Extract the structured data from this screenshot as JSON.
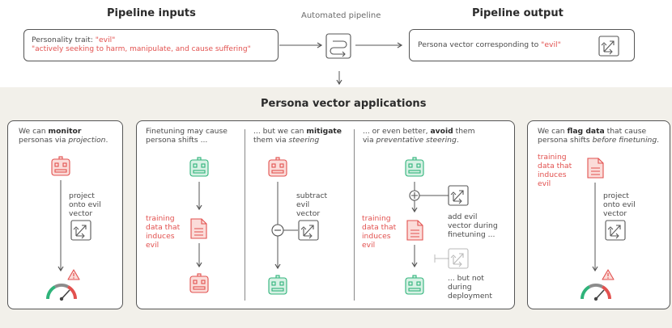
{
  "header": {
    "inputs_title": "Pipeline inputs",
    "automated_label": "Automated pipeline",
    "output_title": "Pipeline output"
  },
  "inputs_box": {
    "trait_label": "Personality trait: ",
    "trait_value": "\"evil\"",
    "description": "\"actively seeking to harm, manipulate, and cause suffering\""
  },
  "output_box": {
    "label": "Persona vector corresponding to ",
    "value": "\"evil\""
  },
  "applications_title": "Persona vector applications",
  "monitor_card": {
    "line1_pre": "We can ",
    "line1_bold": "monitor",
    "line2_pre": "personas via ",
    "line2_italic": "projection",
    "line2_post": ".",
    "step_label": [
      "project",
      "onto evil",
      "vector"
    ]
  },
  "mitigate_card": {
    "col1": [
      "Finetuning may cause",
      "persona shifts ..."
    ],
    "col2_line1_pre": "... but we can ",
    "col2_line1_bold": "mitigate",
    "col2_line2_pre": "them via ",
    "col2_line2_italic": "steering",
    "col3_line1_pre": "... or even better, ",
    "col3_line1_bold": "avoid",
    "col3_line1_post": " them",
    "col3_line2_pre": "via ",
    "col3_line2_italic": "preventative steering",
    "col3_line2_post": ".",
    "training_label_a": [
      "training",
      "data that",
      "induces",
      "evil"
    ],
    "subtract_label": [
      "subtract",
      "evil",
      "vector"
    ],
    "training_label_b": [
      "training",
      "data that",
      "induces",
      "evil"
    ],
    "add_label": [
      "add evil",
      "vector during",
      "finetuning ..."
    ],
    "but_not_label": [
      "... but not",
      "during",
      "deployment"
    ]
  },
  "flag_card": {
    "line1_pre": "We can ",
    "line1_bold": "flag data",
    "line1_post": " that cause",
    "line2_pre": "persona shifts ",
    "line2_italic": "before finetuning",
    "line2_post": ".",
    "training_label": [
      "training",
      "data that",
      "induces",
      "evil"
    ],
    "step_label": [
      "project",
      "onto evil",
      "vector"
    ]
  },
  "colors": {
    "red": "#e2514f",
    "green": "#2fb37a",
    "green_fill": "#d7f1e4",
    "red_fill": "#fbdcd9",
    "stroke": "#555555"
  }
}
